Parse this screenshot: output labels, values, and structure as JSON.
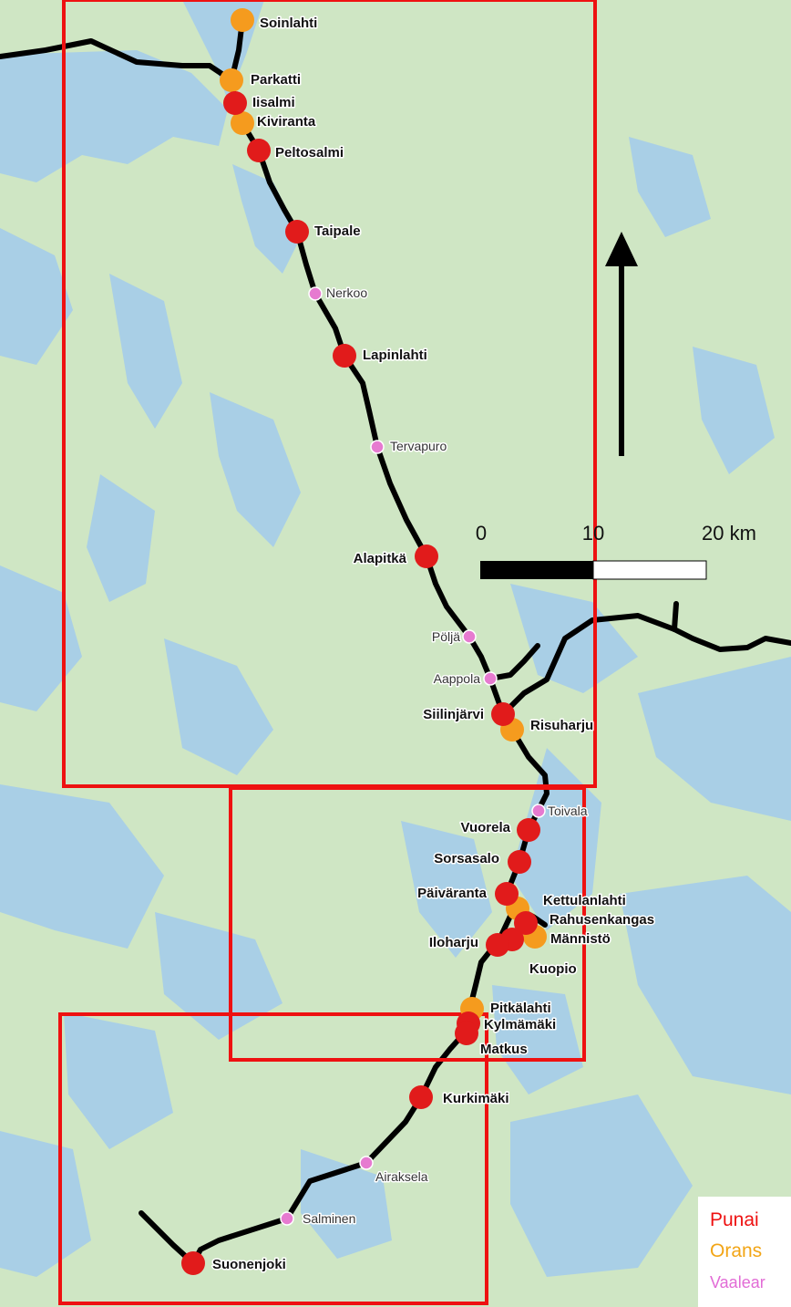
{
  "colors": {
    "land": "#cfe6c4",
    "water": "#a9cfe6",
    "rail": "#000000",
    "frame": "#ee1111",
    "stop_red": "#e11b1b",
    "stop_orange": "#f59b1e",
    "stop_pink": "#e67ad0"
  },
  "stations": [
    {
      "name": "Soinlahti",
      "type": "orange",
      "bold": true
    },
    {
      "name": "Parkatti",
      "type": "orange",
      "bold": true
    },
    {
      "name": "Iisalmi",
      "type": "red",
      "bold": true
    },
    {
      "name": "Kiviranta",
      "type": "orange",
      "bold": true
    },
    {
      "name": "Peltosalmi",
      "type": "red",
      "bold": true
    },
    {
      "name": "Taipale",
      "type": "red",
      "bold": true
    },
    {
      "name": "Nerkoo",
      "type": "pink",
      "bold": false
    },
    {
      "name": "Lapinlahti",
      "type": "red",
      "bold": true
    },
    {
      "name": "Tervapuro",
      "type": "pink",
      "bold": false
    },
    {
      "name": "Alapitkä",
      "type": "red",
      "bold": true
    },
    {
      "name": "Pöljä",
      "type": "pink",
      "bold": false
    },
    {
      "name": "Aappola",
      "type": "pink",
      "bold": false
    },
    {
      "name": "Siilinjärvi",
      "type": "red",
      "bold": true
    },
    {
      "name": "Risuharju",
      "type": "orange",
      "bold": true
    },
    {
      "name": "Toivala",
      "type": "pink",
      "bold": false
    },
    {
      "name": "Vuorela",
      "type": "red",
      "bold": true
    },
    {
      "name": "Sorsasalo",
      "type": "red",
      "bold": true
    },
    {
      "name": "Päiväranta",
      "type": "red",
      "bold": true
    },
    {
      "name": "Kettulanlahti",
      "type": "orange",
      "bold": true
    },
    {
      "name": "Rahusenkangas",
      "type": "red",
      "bold": true
    },
    {
      "name": "Männistö",
      "type": "orange",
      "bold": true
    },
    {
      "name": "Iloharju",
      "type": "red",
      "bold": true
    },
    {
      "name": "Kuopio",
      "type": "red",
      "bold": true
    },
    {
      "name": "Pitkälahti",
      "type": "orange",
      "bold": true
    },
    {
      "name": "Kylmämäki",
      "type": "red",
      "bold": true
    },
    {
      "name": "Matkus",
      "type": "red",
      "bold": true
    },
    {
      "name": "Kurkimäki",
      "type": "red",
      "bold": true
    },
    {
      "name": "Airaksela",
      "type": "pink",
      "bold": false
    },
    {
      "name": "Salminen",
      "type": "pink",
      "bold": false
    },
    {
      "name": "Suonenjoki",
      "type": "red",
      "bold": true
    }
  ],
  "scale_bar": {
    "label_0": "0",
    "label_10": "10",
    "label_20": "20 km"
  },
  "north_arrow": {
    "icon": "north-arrow-icon"
  },
  "legend": {
    "items": [
      {
        "text": "Punai",
        "color": "#ee1111"
      },
      {
        "text": "Orans",
        "color": "#f2a516"
      },
      {
        "text": "Vaalear",
        "color": "#e26cd6"
      }
    ]
  }
}
